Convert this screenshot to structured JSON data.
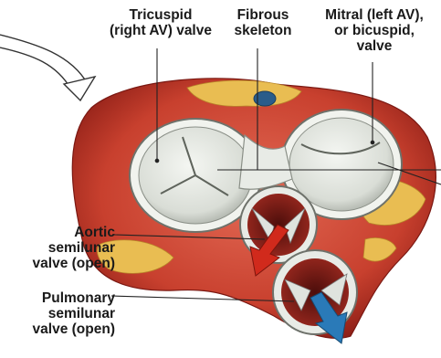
{
  "labels": {
    "tricuspid": [
      "Tricuspid",
      "(right AV) valve"
    ],
    "fibrous": [
      "Fibrous",
      "skeleton"
    ],
    "mitral": [
      "Mitral (left AV),",
      "or bicuspid,",
      "valve"
    ],
    "aortic": [
      "Aortic",
      "semilunar",
      "valve (open)"
    ],
    "pulmonary": [
      "Pulmonary",
      "semilunar",
      "valve (open)"
    ]
  },
  "colors": {
    "muscle": "#c8402e",
    "muscle_dark": "#8e1f17",
    "fat": "#e8b84a",
    "valve_tissue": "#dfe3de",
    "arrow_red": "#d12a1c",
    "arrow_blue": "#2a7ab8",
    "leader_line": "#222222"
  },
  "icons": [
    "curved-arrow-icon",
    "outflow-arrow-red-icon",
    "outflow-arrow-blue-icon"
  ]
}
